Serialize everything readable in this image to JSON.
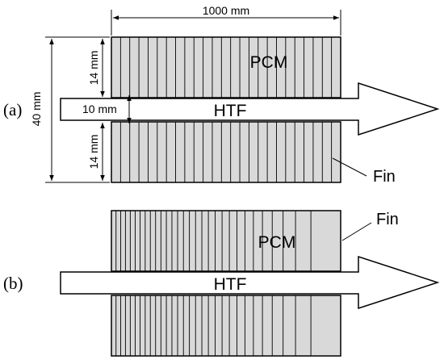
{
  "panel_a": {
    "label": "(a)",
    "dim_length": "1000 mm",
    "dim_total_height": "40 mm",
    "dim_top_pcm": "14 mm",
    "dim_bottom_pcm": "14 mm",
    "dim_tube": "10 mm",
    "pcm_label": "PCM",
    "htf_label": "HTF",
    "fin_label": "Fin",
    "fin_count": 25
  },
  "panel_b": {
    "label": "(b)",
    "pcm_label": "PCM",
    "htf_label": "HTF",
    "fin_label": "Fin",
    "fin_count": 30
  },
  "colors": {
    "pcm_fill": "#d9d9d9",
    "arrow_fill": "#ffffff",
    "stroke": "#000000"
  }
}
